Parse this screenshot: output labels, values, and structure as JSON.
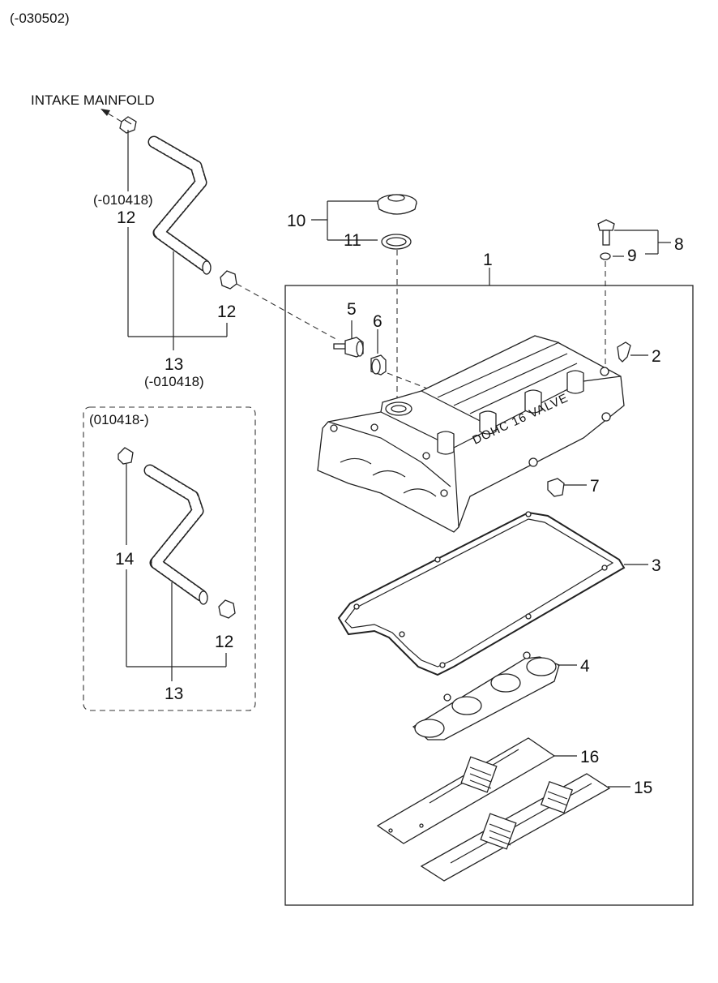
{
  "page": {
    "code": "(-030502)",
    "intake_label": "INTAKE MAINFOLD"
  },
  "variants": {
    "early_a": "(-010418)",
    "early_b": "(-010418)",
    "late_box": "(010418-)"
  },
  "callouts": {
    "c1": "1",
    "c2": "2",
    "c3": "3",
    "c4": "4",
    "c5": "5",
    "c6": "6",
    "c7": "7",
    "c8": "8",
    "c9": "9",
    "c10": "10",
    "c11": "11",
    "c12_top": "12",
    "c12_mid": "12",
    "c12_box": "12",
    "c13_top": "13",
    "c13_box": "13",
    "c14": "14",
    "c15": "15",
    "c16": "16"
  },
  "embossing": {
    "cover_text": "DOHC 16 VALVE"
  }
}
